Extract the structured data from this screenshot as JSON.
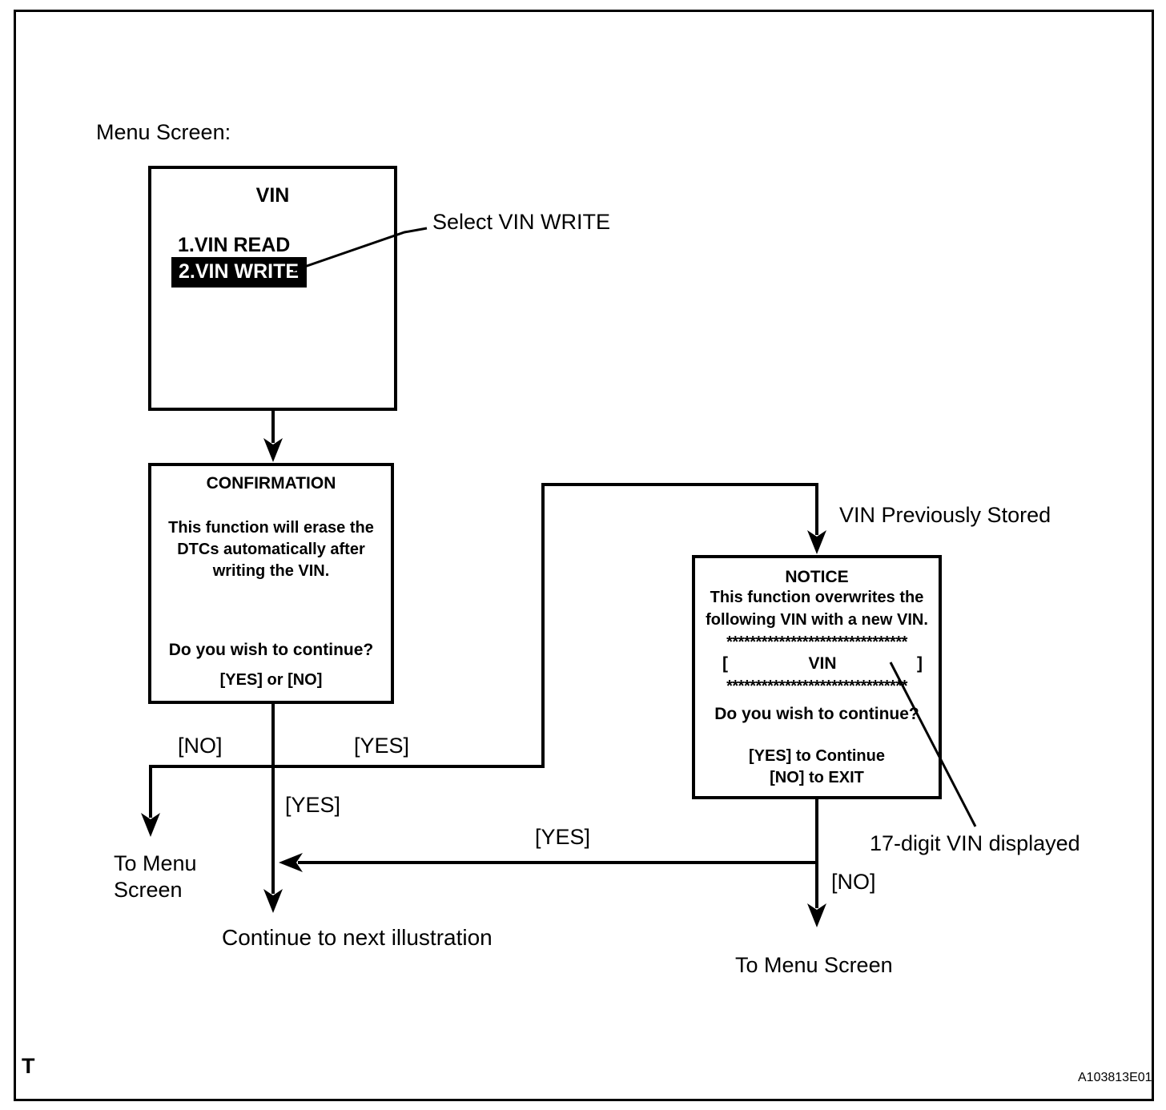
{
  "annotations": {
    "menu_screen": "Menu Screen:",
    "select_vin_write": "Select VIN WRITE",
    "vin_previously_stored": "VIN Previously Stored",
    "seventeen_digit_vin": "17-digit VIN displayed"
  },
  "vin_menu": {
    "title": "VIN",
    "items": [
      {
        "label": "1.VIN READ",
        "selected": false
      },
      {
        "label": "2.VIN WRITE",
        "selected": true
      }
    ]
  },
  "confirmation": {
    "title": "CONFIRMATION",
    "body_lines": [
      "This function will erase the",
      "DTCs automatically after",
      "writing the VIN."
    ],
    "question": "Do you wish to continue?",
    "options": "[YES] or [NO]"
  },
  "notice": {
    "title": "NOTICE",
    "body_lines": [
      "This function overwrites the",
      "following VIN with a new VIN."
    ],
    "stars_row": "*******************************",
    "vin_field": {
      "open_bracket": "[",
      "label": "VIN",
      "close_bracket": "]"
    },
    "question": "Do you wish to continue?",
    "options": [
      "[YES] to Continue",
      "[NO] to EXIT"
    ]
  },
  "edges": {
    "no_to_menu": "[NO]",
    "yes_to_notice": "[YES]",
    "yes_continue": "[YES]",
    "yes_from_notice": "[YES]",
    "no_from_notice": "[NO]"
  },
  "destinations": {
    "to_menu_line1": "To Menu",
    "to_menu_line2": "Screen",
    "continue_next": "Continue to next illustration",
    "to_menu_right": "To Menu Screen"
  },
  "footer": {
    "t_mark": "T",
    "figure_code": "A103813E01"
  },
  "colors": {
    "ink": "#000000",
    "paper": "#ffffff",
    "highlight_bg": "#000000",
    "highlight_text": "#ffffff"
  }
}
